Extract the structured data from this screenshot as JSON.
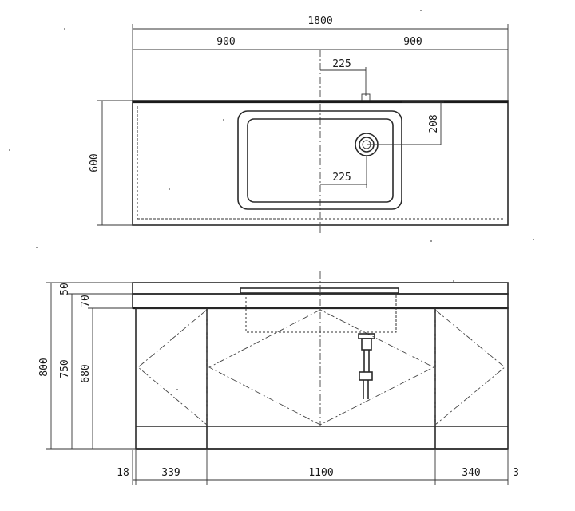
{
  "plan_view": {
    "dimensions": {
      "overall_width": "1800",
      "left_half": "900",
      "right_half": "900",
      "depth": "600",
      "faucet_offset": "225",
      "drain_offset": "225",
      "drain_from_back": "208"
    }
  },
  "elevation_view": {
    "dimensions": {
      "total_height": "800",
      "top_thickness": "50",
      "apron_height": "70",
      "cabinet_height": "750",
      "door_height": "680",
      "left_gap": "18",
      "left_bay": "339",
      "center_bay": "1100",
      "right_bay": "340",
      "right_gap": "3"
    }
  },
  "colors": {
    "ink": "#2a2a2a",
    "paper": "#ffffff"
  }
}
